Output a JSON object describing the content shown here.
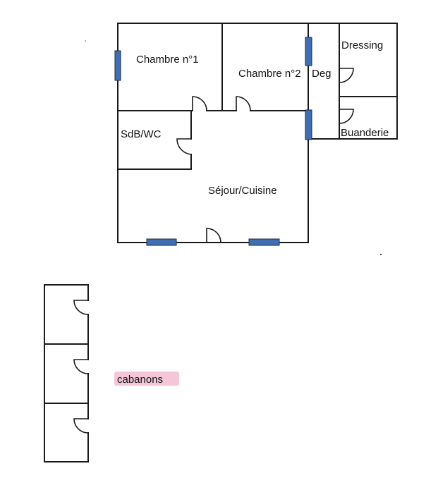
{
  "plan": {
    "rooms": {
      "chambre1": "Chambre n°1",
      "chambre2": "Chambre n°2",
      "deg": "Deg",
      "dressing": "Dressing",
      "sdb": "SdB/WC",
      "buanderie": "Buanderie",
      "sejour": "Séjour/Cuisine"
    },
    "outbuilding": {
      "label": "cabanons"
    }
  },
  "colors": {
    "wall": "#1a1a1a",
    "window": "#3f6fb0",
    "highlight": "#f4c6d8",
    "background": "#ffffff"
  }
}
